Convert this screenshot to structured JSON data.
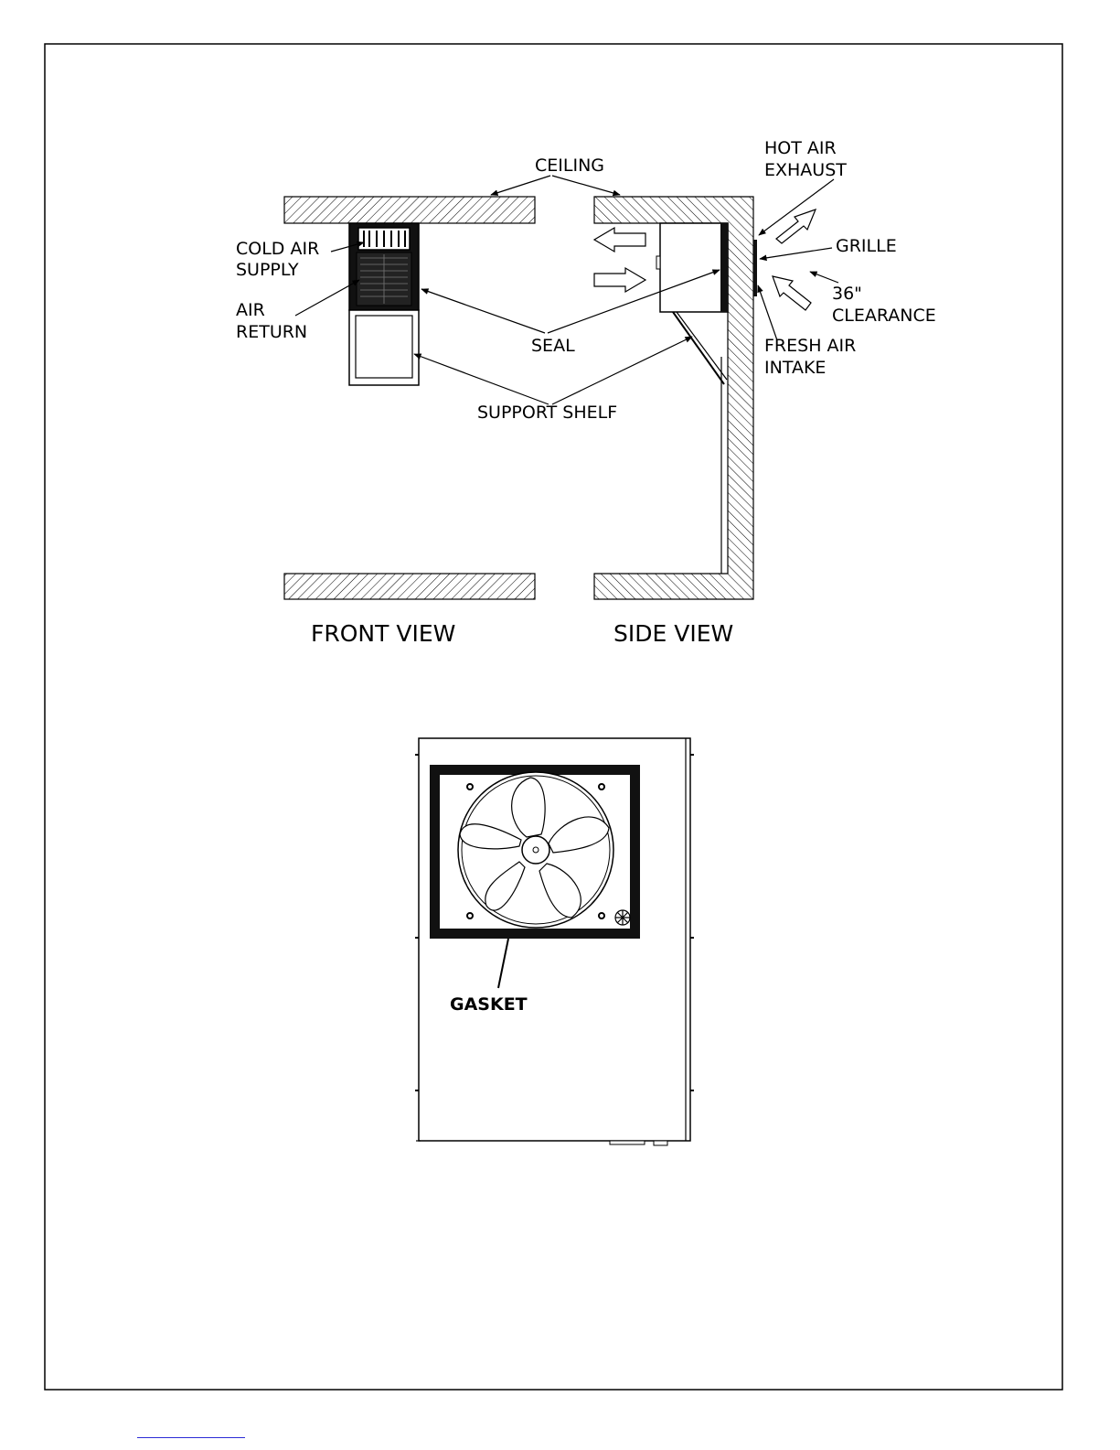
{
  "views": {
    "front_title": "FRONT VIEW",
    "side_title": "SIDE VIEW"
  },
  "labels": {
    "ceiling": "CEILING",
    "cold_air_1": "COLD AIR",
    "cold_air_2": "SUPPLY",
    "air_return_1": "AIR",
    "air_return_2": "RETURN",
    "seal": "SEAL",
    "support_shelf": "SUPPORT SHELF",
    "hot_air_1": "HOT AIR",
    "hot_air_2": "EXHAUST",
    "grille": "GRILLE",
    "clearance_1": "36\"",
    "clearance_2": "CLEARANCE",
    "fresh_air_1": "FRESH AIR",
    "fresh_air_2": "INTAKE",
    "gasket": "GASKET"
  }
}
